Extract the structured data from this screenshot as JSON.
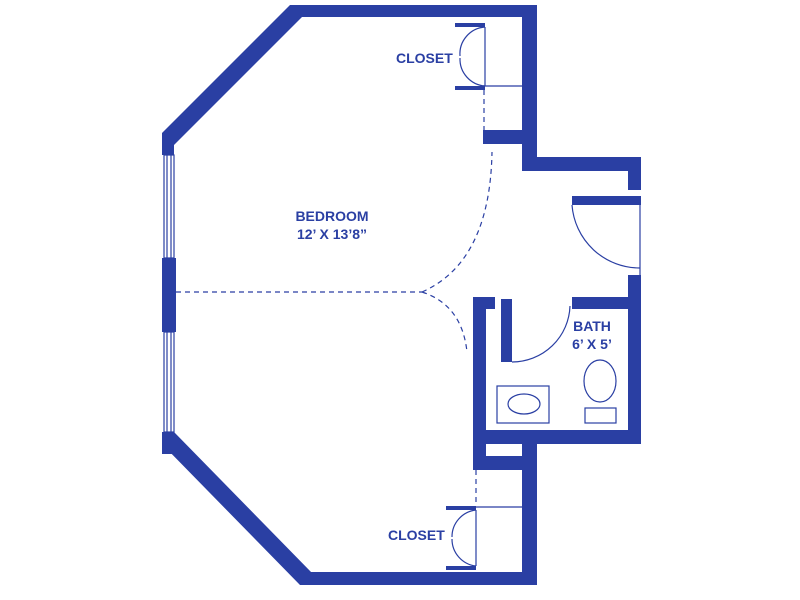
{
  "rooms": {
    "bedroom": {
      "name": "BEDROOM",
      "size": "12’ X 13’8”"
    },
    "bath": {
      "name": "BATH",
      "size": "6’ X 5’"
    },
    "closet_top": {
      "name": "CLOSET"
    },
    "closet_bottom": {
      "name": "CLOSET"
    }
  },
  "colors": {
    "wall": "#2a3fa3",
    "background": "#ffffff"
  }
}
